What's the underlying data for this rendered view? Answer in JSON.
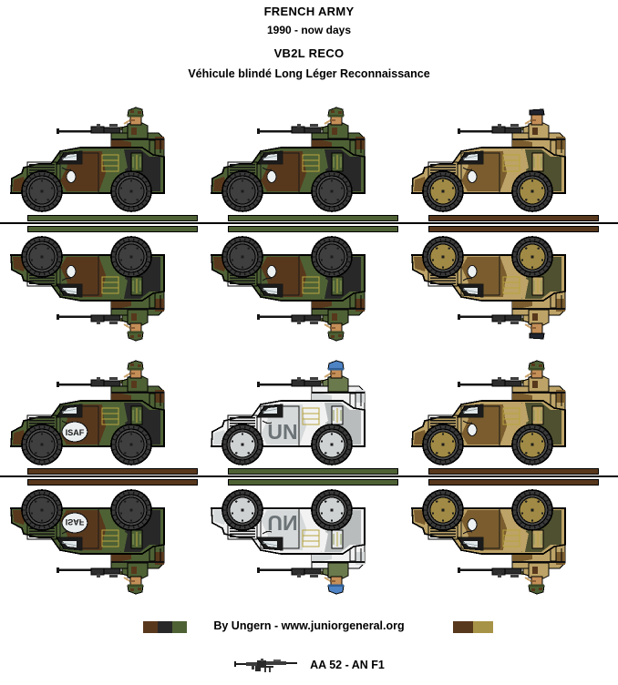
{
  "header": {
    "army": "FRENCH ARMY",
    "period": "1990 - now days",
    "vehicle_code": "VB2L RECO",
    "vehicle_name": "Véhicule blindé Long Léger Reconnaissance"
  },
  "footer": {
    "credit": "By Ungern - www.juniorgeneral.org",
    "weapon_label": "AA 52 - AN F1",
    "weapon_icon": "machine-gun-icon",
    "swatches_left": [
      "#58381c",
      "#282828",
      "#4e6135"
    ],
    "swatches_right": [
      "#58381c",
      "#a79347"
    ]
  },
  "palette": {
    "green": "#4e6135",
    "brown": "#58381c",
    "black": "#282828",
    "sand": "#bda367",
    "sand_dark": "#7a5c2e",
    "white": "#f2f2f2",
    "white_shade": "#d6d9da",
    "tire": "#3a3a3a",
    "outline": "#000000",
    "skin": "#c58f58",
    "un_blue": "#4e83c4",
    "beret_black": "#20242e"
  },
  "figures": [
    {
      "id": "veh-1",
      "row": 1,
      "col": 1,
      "camo": "woodland",
      "base_color": "#4e6135",
      "marking": "",
      "crew_headgear": "helmet-woodland",
      "body_colors": [
        "#4e6135",
        "#58381c",
        "#282828"
      ]
    },
    {
      "id": "veh-2",
      "row": 1,
      "col": 2,
      "camo": "woodland",
      "base_color": "#4e6135",
      "marking": "",
      "crew_headgear": "helmet-woodland",
      "body_colors": [
        "#4e6135",
        "#58381c",
        "#282828"
      ]
    },
    {
      "id": "veh-3",
      "row": 1,
      "col": 3,
      "camo": "desert",
      "base_color": "#58381c",
      "marking": "",
      "crew_headgear": "beret-black",
      "body_colors": [
        "#bda367",
        "#7a5c2e",
        "#4e5030"
      ]
    },
    {
      "id": "veh-4",
      "row": 2,
      "col": 1,
      "camo": "woodland",
      "base_color": "#58381c",
      "marking": "ISAF",
      "crew_headgear": "helmet-woodland",
      "body_colors": [
        "#4e6135",
        "#58381c",
        "#282828"
      ]
    },
    {
      "id": "veh-5",
      "row": 2,
      "col": 2,
      "camo": "un-white",
      "base_color": "#4e6135",
      "marking": "UN",
      "crew_headgear": "helmet-un-blue",
      "body_colors": [
        "#f2f2f2",
        "#d6d9da",
        "#b9bcbd"
      ]
    },
    {
      "id": "veh-6",
      "row": 2,
      "col": 3,
      "camo": "desert",
      "base_color": "#58381c",
      "marking": "",
      "crew_headgear": "helmet-woodland",
      "body_colors": [
        "#bda367",
        "#7a5c2e",
        "#4e5030"
      ]
    }
  ]
}
